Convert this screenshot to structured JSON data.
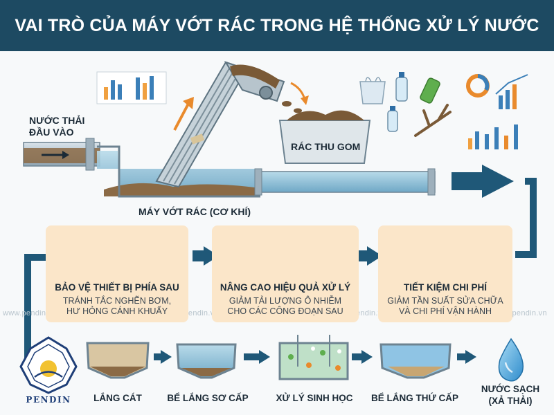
{
  "title": "VAI TRÒ CỦA MÁY VỚT RÁC TRONG HỆ THỐNG XỬ LÝ NƯỚC THẢI",
  "inlet": {
    "line1": "NƯỚC THẢI",
    "line2": "ĐẦU VÀO"
  },
  "screen": {
    "label": "MÁY VỚT RÁC (CƠ KHÍ)"
  },
  "bin": {
    "label": "RÁC THU GOM"
  },
  "benefits": [
    {
      "title": "BẢO VỆ THIẾT BỊ PHÍA SAU",
      "desc1": "TRÁNH TẮC NGHẼN BƠM,",
      "desc2": "HƯ HỎNG CÁNH KHUẤY"
    },
    {
      "title": "NÂNG CAO HIỆU QUẢ XỬ LÝ",
      "desc1": "GIẢM TẢI LƯỢNG Ô NHIỄM",
      "desc2": "CHO CÁC CÔNG ĐOẠN SAU"
    },
    {
      "title": "TIẾT KIỆM CHI PHÍ",
      "desc1": "GIẢM TẦN SUẤT SỬA CHỮA",
      "desc2": "VÀ CHI PHÍ VẬN HÀNH"
    }
  ],
  "stages": [
    {
      "label": "LẮNG CÁT"
    },
    {
      "label": "BỂ LẮNG SƠ CẤP"
    },
    {
      "label": "XỬ LÝ SINH HỌC"
    },
    {
      "label": "BỂ LẮNG THỨ CẤP"
    }
  ],
  "outlet": {
    "line1": "NƯỚC SẠCH",
    "line2": "(XẢ THẢI)"
  },
  "watermark": "www.pendin.vn",
  "logo": {
    "text": "PENDIN"
  },
  "colors": {
    "header": "#1d4a62",
    "flow_arrow": "#1f5878",
    "benefit_bg": "#fbe6c9",
    "water": "#9cc6dc",
    "sludge": "#8b6a45",
    "accent_orange": "#e98a2c"
  },
  "icons": [
    "shield-check-icon",
    "pump-icon",
    "bar-chart-up-icon",
    "bacteria-icon",
    "wrench-icon",
    "coins-icon",
    "water-drop-icon",
    "plastic-bag-icon",
    "bottle-icon",
    "branch-icon",
    "report-chart-icon"
  ]
}
